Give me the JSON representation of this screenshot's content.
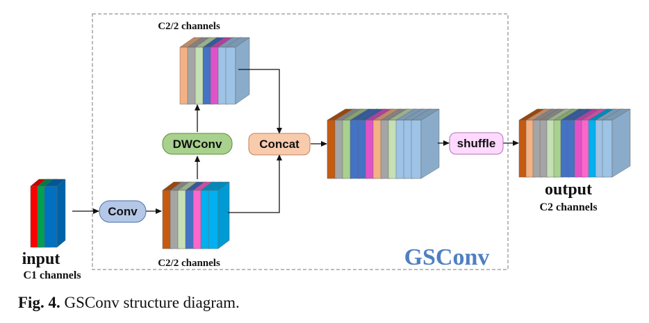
{
  "colors": {
    "conv_fill": "#b4c7e7",
    "dwconv_fill": "#a9d18e",
    "concat_fill": "#f8cbad",
    "shuffle_fill": "#ffd9ff",
    "brand": "#4f7fc1"
  },
  "labels": {
    "input": "input",
    "input_channels": "C1 channels",
    "conv": "Conv",
    "dwconv": "DWConv",
    "concat": "Concat",
    "shuffle": "shuffle",
    "output": "output",
    "output_channels": "C2 channels",
    "half_top": "C2/2 channels",
    "half_bottom": "C2/2 channels",
    "module_name": "GSConv"
  },
  "caption": {
    "prefix": "Fig. 4.",
    "text": " GSConv structure diagram."
  }
}
